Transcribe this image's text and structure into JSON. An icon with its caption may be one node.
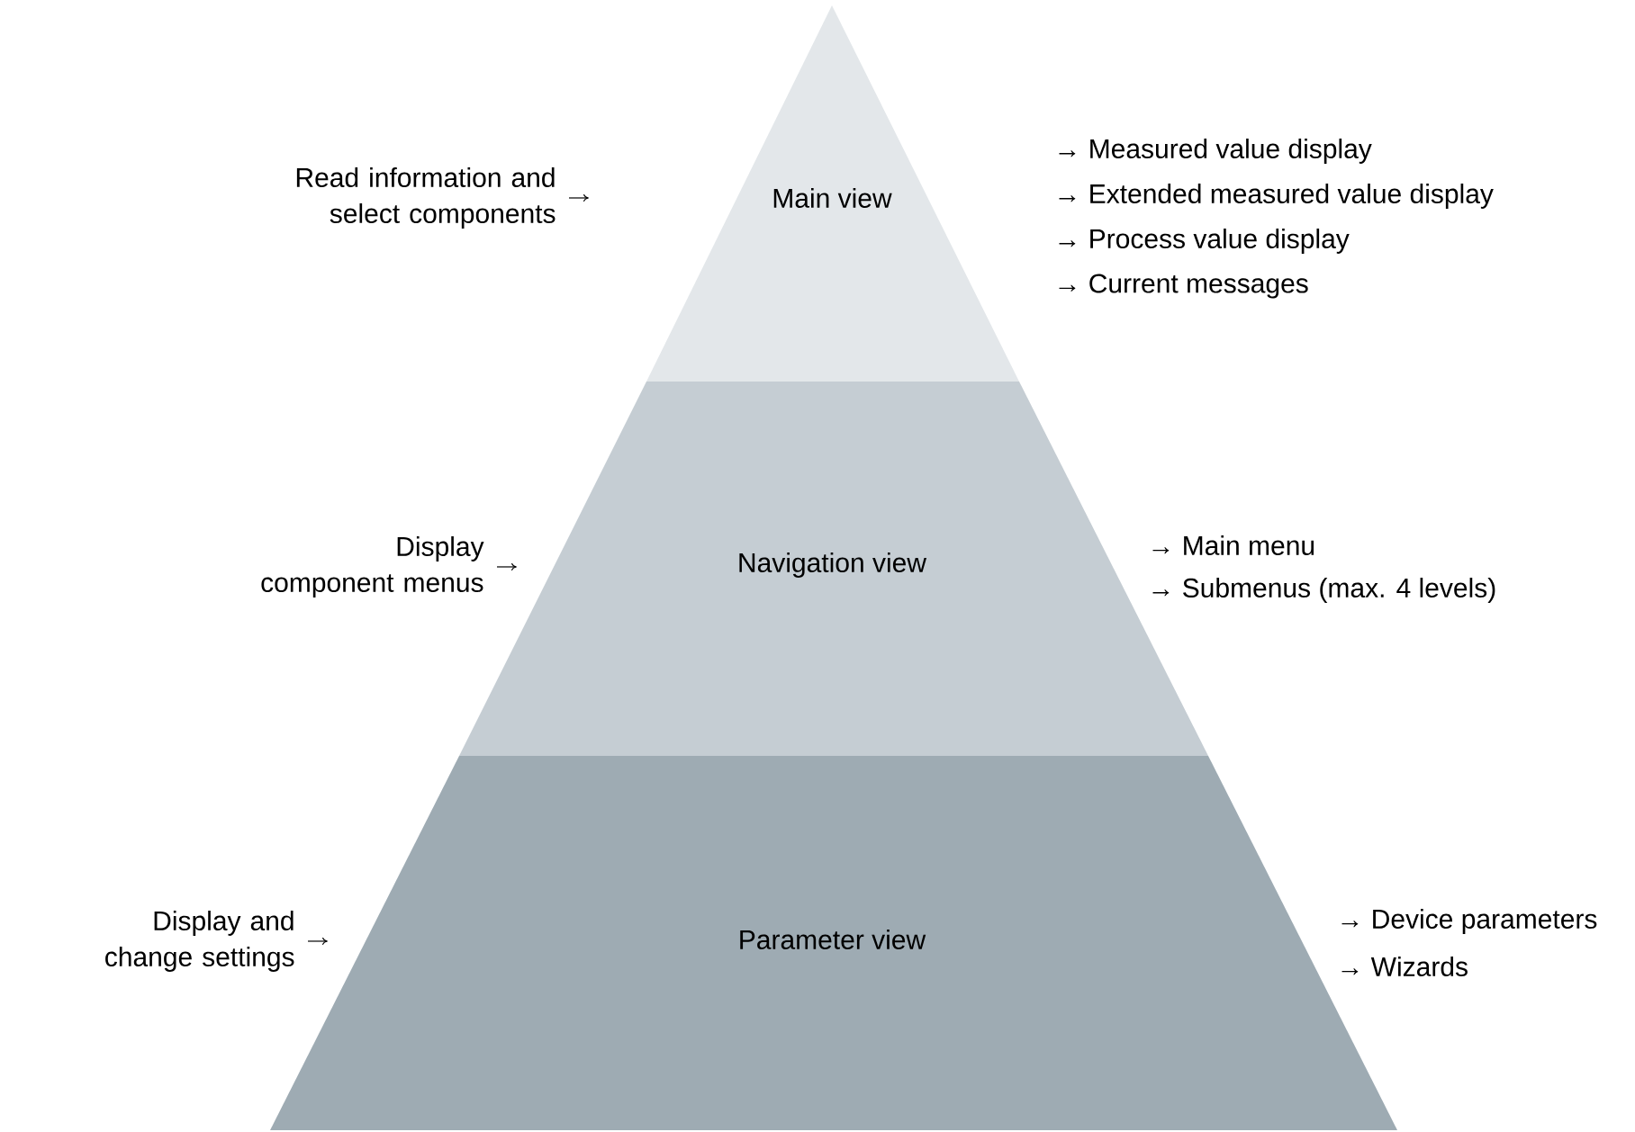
{
  "diagram": {
    "nodes": [
      {
        "text": [
          "Main view"
        ],
        "beside": [
          "Read information and select components",
          "→ Measured value display",
          "→ Extended measured value display",
          "→ Process value display",
          "→ Current messages"
        ]
      },
      {
        "text": [
          "Navigation view"
        ],
        "beside": [
          "Display component menus",
          "→ Main menu",
          "→ Submenus (max. 4 levels)"
        ]
      },
      {
        "text": [
          "Parameter view"
        ],
        "beside": [
          "Display and change settings",
          "→ Device parameters",
          "→ Wizards"
        ]
      }
    ]
  }
}
